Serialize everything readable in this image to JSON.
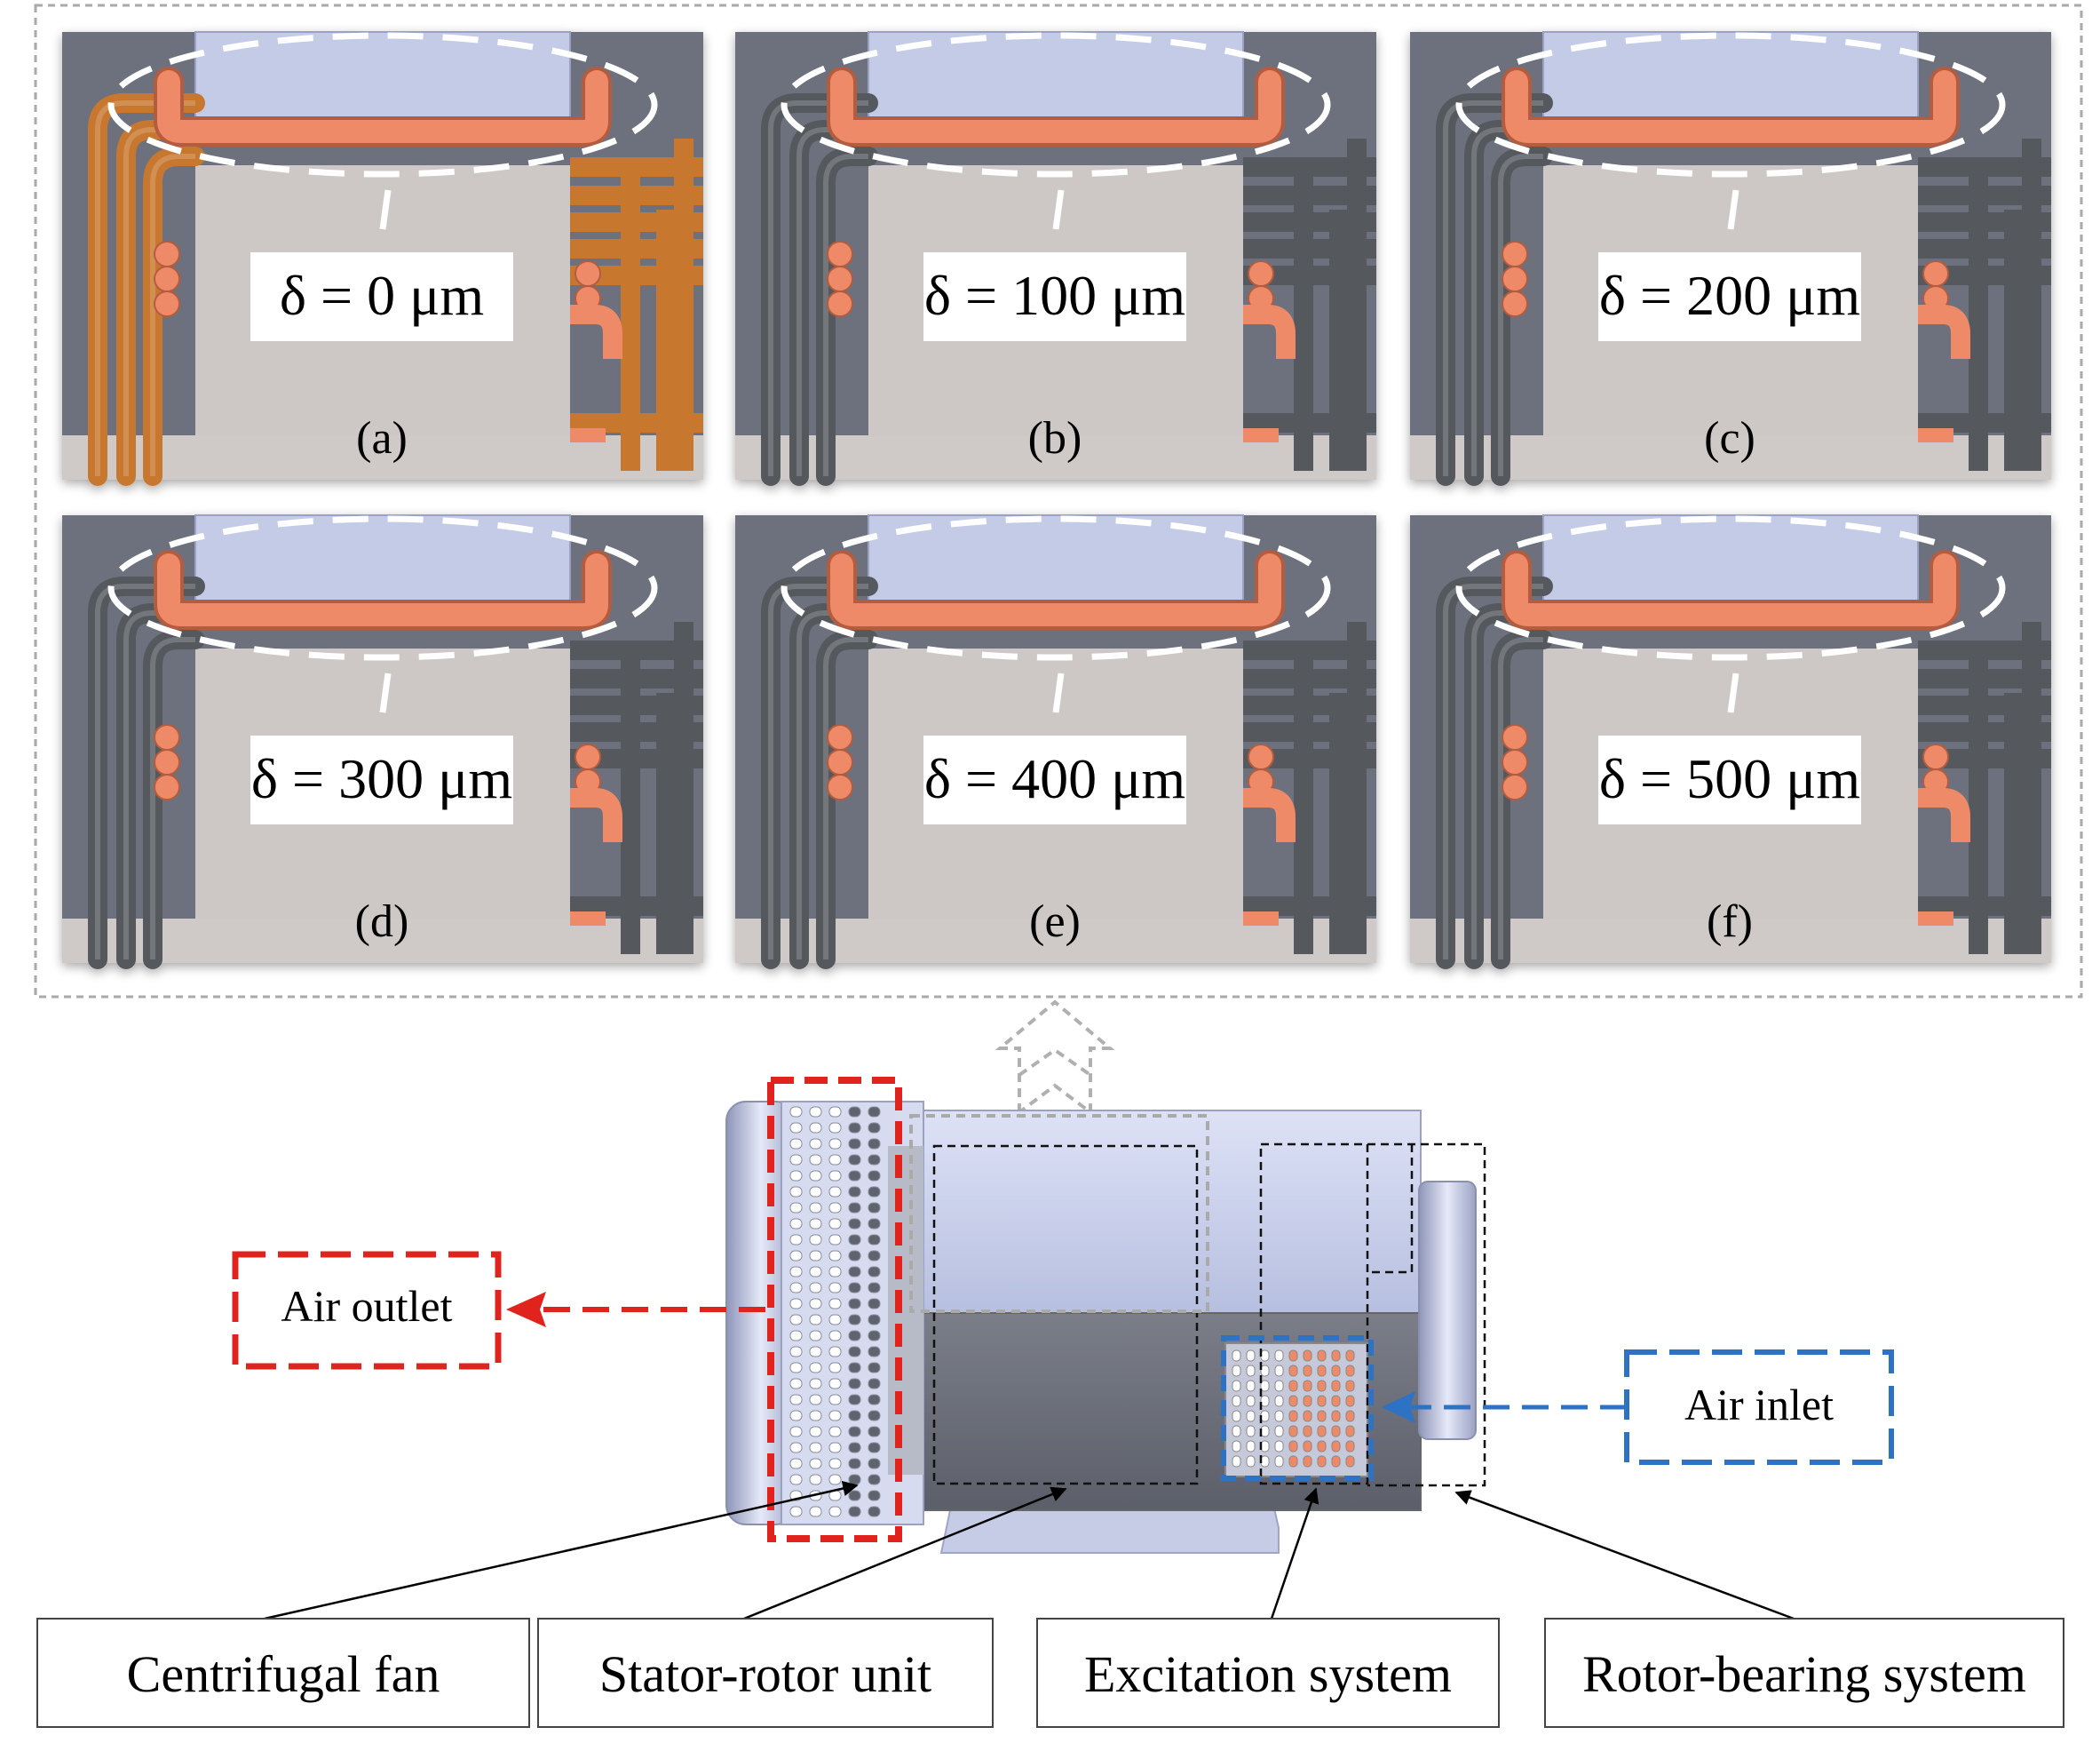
{
  "panels": [
    {
      "tag": "(a)",
      "label": "δ = 0 μm",
      "pipe_color": "#c8772e"
    },
    {
      "tag": "(b)",
      "label": "δ = 100 μm",
      "pipe_color": "#55585d"
    },
    {
      "tag": "(c)",
      "label": "δ = 200 μm",
      "pipe_color": "#55585d"
    },
    {
      "tag": "(d)",
      "label": "δ = 300 μm",
      "pipe_color": "#55585d"
    },
    {
      "tag": "(e)",
      "label": "δ = 400 μm",
      "pipe_color": "#55585d"
    },
    {
      "tag": "(f)",
      "label": "δ = 500 μm",
      "pipe_color": "#55585d"
    }
  ],
  "callouts": {
    "air_outlet": "Air outlet",
    "air_inlet": "Air inlet"
  },
  "components": [
    {
      "label": "Centrifugal fan"
    },
    {
      "label": "Stator-rotor unit"
    },
    {
      "label": "Excitation system"
    },
    {
      "label": "Rotor-bearing system"
    }
  ],
  "colors": {
    "outlet": "#e0231c",
    "inlet": "#2e72c4",
    "coil": "#ef8a68",
    "housing": "#cdd3ee",
    "panel_bg": "#6c717d",
    "stator_fill": "#cdc8c6"
  }
}
